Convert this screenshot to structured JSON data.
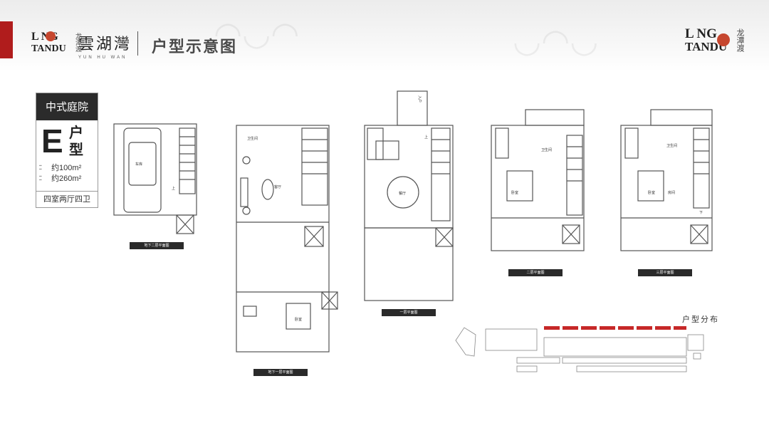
{
  "header": {
    "brand_left": {
      "mark_top": "L NG",
      "mark_bottom": "TANDU",
      "cn": "龙潭渡"
    },
    "project": {
      "cn": "雲湖灣",
      "pinyin": "YUN HU WAN"
    },
    "page_title": "户型示意图",
    "brand_right": {
      "mark_top": "L NG",
      "mark_bottom": "TANDU",
      "cn": "龙潭渡"
    }
  },
  "card": {
    "style": "中式庭院",
    "letter": "E",
    "hu": "户型",
    "area1_value": "约100m²",
    "area2_value": "约260m²",
    "rooms": "四室两厅四卫"
  },
  "captions": {
    "b2": "地下二层平面图",
    "b1": "地下一层平面图",
    "f1": "一层平面图",
    "f2": "二层平面图",
    "f3": "三层平面图"
  },
  "rooms": {
    "garage": "车库",
    "living": "客厅",
    "dining": "餐厅",
    "bath": "卫生间",
    "bedroom": "卧室",
    "study": "房间",
    "up": "上",
    "down": "下",
    "entrance": "入户"
  },
  "distribution_label": "户型分布",
  "colors": {
    "accent_red": "#b01c1c",
    "dark": "#2a2a2a",
    "plan_line": "#555555"
  }
}
